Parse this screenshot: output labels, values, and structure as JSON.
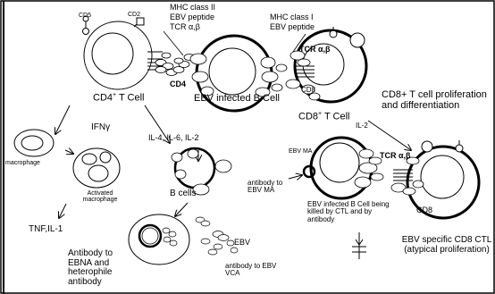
{
  "labels": {
    "cd5": "CD5",
    "cd2": "CD2",
    "mhc_class2": "MHC class II",
    "ebv_peptide_top": "EBV peptide",
    "tcr_ab_top": "TCR α,β",
    "mhc_class1": "MHC class I",
    "ebv_peptide_right": "EBV peptide",
    "tcr_ab_mid": "TCR α,β",
    "cd4_marker": "CD4",
    "cd8_marker_top": "CD8",
    "cd4_t_cell": "CD4",
    "cd4_t_cell_sup": "+",
    "cd4_t_cell_tail": " T Cell",
    "ebv_infected_b_cell": "EBV infected B Cell",
    "cd8_t_cell": "CD8",
    "cd8_t_cell_sup": "+",
    "cd8_t_cell_tail": " T Cell",
    "il2": "IL-2",
    "proliferation": "CD8+  T  cell proliferation and differentiation",
    "ifn": "IFNγ",
    "cytokines": "IL-4,  IL-6, IL-2",
    "macrophage": "macrophage",
    "activated_macrophage": "Activated macrophage",
    "b_cells": "B cells",
    "antibody_ebv_ma": "antibody to EBV MA",
    "ebv_ma": "EBV MA",
    "tcr_ab_bottom": "TCR α,β",
    "killed_b_cell": "EBV infected B Cell being killed by CTL and by antibody",
    "cd8_marker_bottom": "CD8",
    "tnf": "TNF,IL-1",
    "antibody_ebna": "Antibody  to EBNA and heterophile antibody",
    "ebv": "EBV",
    "antibody_vca": "antibody to EBV VCA",
    "ctl": "EBV specific CD8 CTL (atypical proliferation)"
  }
}
